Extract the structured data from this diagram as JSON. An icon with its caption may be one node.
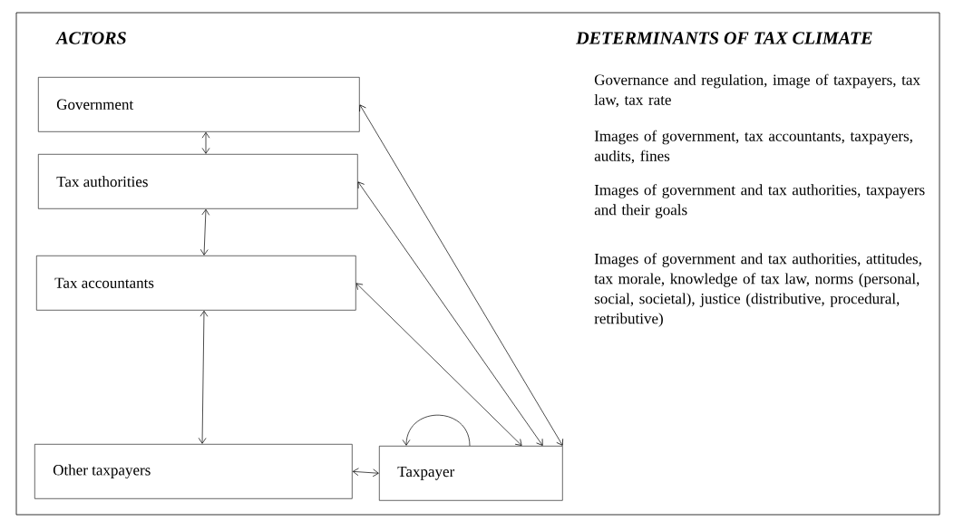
{
  "diagram": {
    "nodes": [
      {
        "text": [
          "Government"
        ]
      },
      {
        "text": [
          "Tax authorities"
        ]
      },
      {
        "text": [
          "Tax accountants"
        ]
      },
      {
        "text": [
          "Other taxpayers"
        ]
      },
      {
        "text": [
          "Taxpayer"
        ]
      }
    ],
    "edges": [
      {
        "from": 0,
        "to": 1,
        "arrow": "both"
      },
      {
        "from": 1,
        "to": 2,
        "arrow": "both"
      },
      {
        "from": 2,
        "to": 3,
        "arrow": "both"
      },
      {
        "from": 3,
        "to": 4,
        "arrow": "both"
      },
      {
        "from": 4,
        "to": 0,
        "arrow": "both"
      },
      {
        "from": 4,
        "to": 1,
        "arrow": "both"
      },
      {
        "from": 4,
        "to": 2,
        "arrow": "both"
      },
      {
        "from": 4,
        "to": 4,
        "arrow": "to"
      }
    ],
    "labels": [
      "ACTORS",
      "DETERMINANTS OF TAX CLIMATE",
      "Governance and regulation, image of taxpayers, tax law, tax rate",
      "Images of government, tax accountants, taxpayers, audits, fines",
      "Images of government and tax authorities, taxpayers and their goals",
      "Images of government and tax authorities, attitudes, tax morale, knowledge of tax law, norms (personal, social, societal), justice (distributive, procedural, retributive)"
    ]
  }
}
